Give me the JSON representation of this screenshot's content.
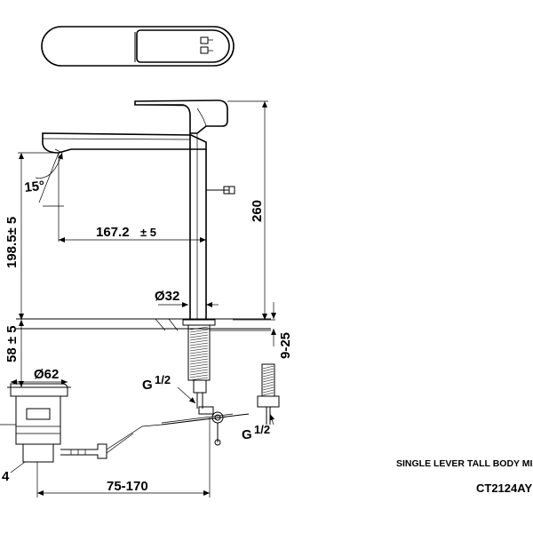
{
  "dimensions": {
    "angle": "15°",
    "spout_reach": "167.2",
    "spout_reach_tol": "± 5",
    "spout_height": "198.5± 5",
    "total_height": "260",
    "body_diameter": "Ø32",
    "deck_height": "58 ± 5",
    "counter_thickness": "9-25",
    "waste_diameter": "Ø62",
    "thread_g": "G",
    "thread_frac": "1/2",
    "waste_clearance": "75-170",
    "waste_thread_partial": "4"
  },
  "product": {
    "title": "SINGLE LEVER TALL BODY MIXER FA",
    "model": "CT2124AY"
  }
}
